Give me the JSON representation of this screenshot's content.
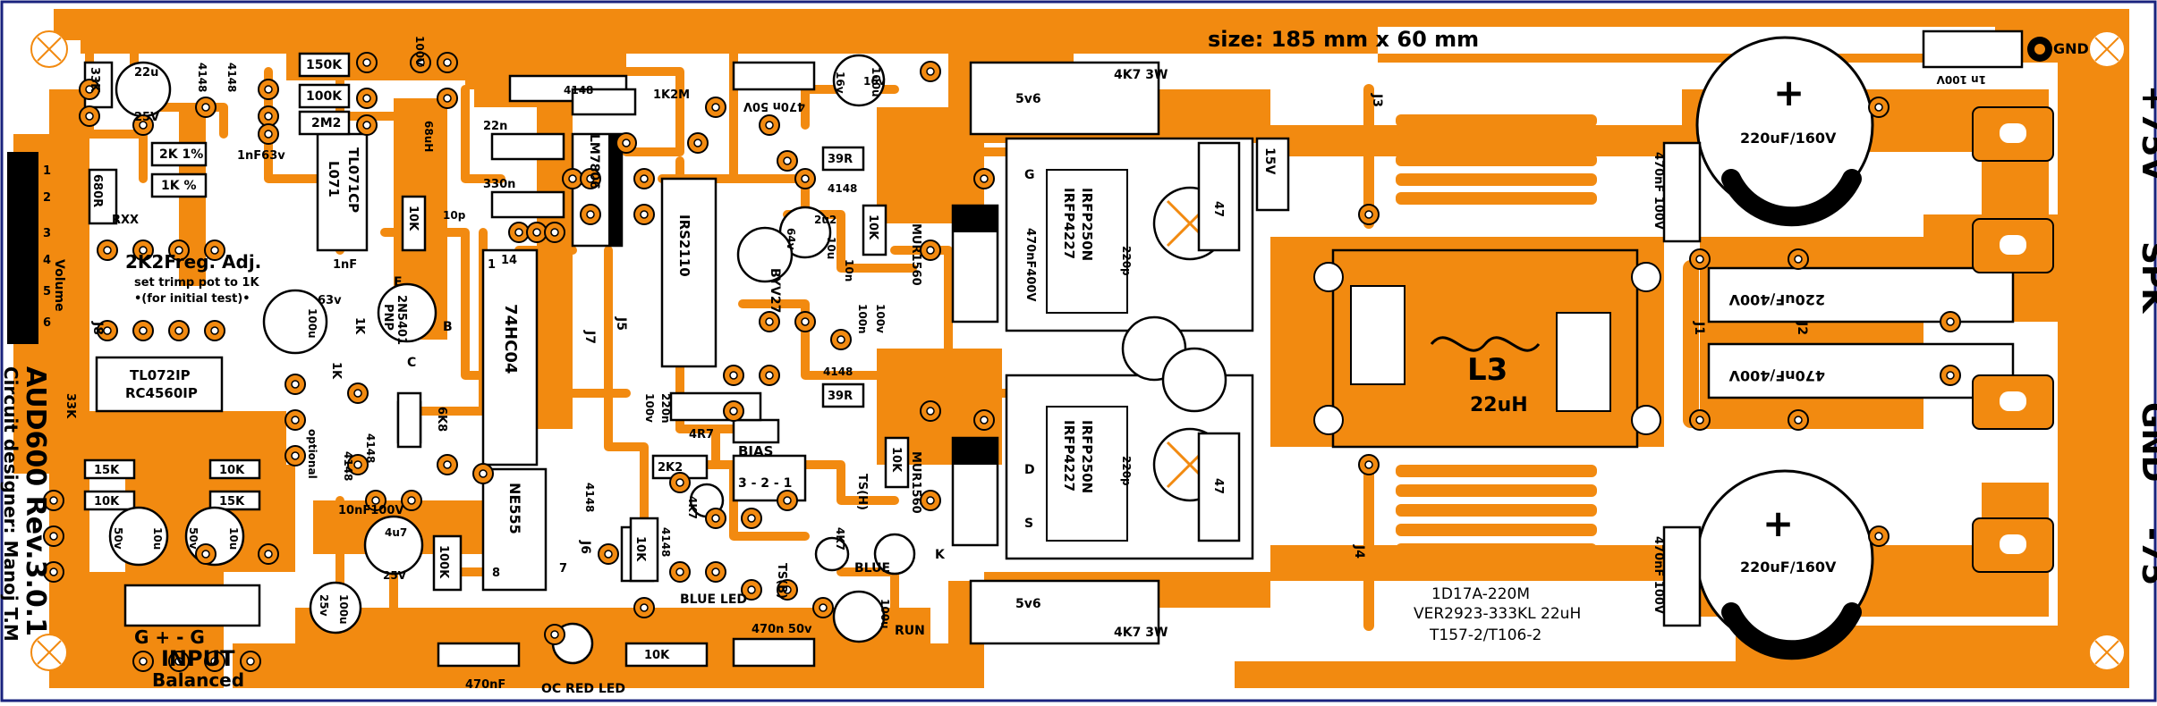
{
  "board": {
    "size_note": "size: 185 mm x 60 mm",
    "title_line1": "AUD600 Rev.3.0.1",
    "title_line2": "Circuit designer: Manoj T.M",
    "input_label": "INPUT",
    "input_sub": "Balanced",
    "input_pins": "G  +  -  G",
    "freq_adj": "2K2Freg. Adj.",
    "freq_note1": "set trimp pot to 1K",
    "freq_note2": "•(for initial test)•",
    "volume": "Volume",
    "inductor": "L3",
    "inductor_value": "22uH",
    "core_line1": "1D17A-220M",
    "core_line2": "VER2923-333KL 22uH",
    "core_line3": "T157-2/T106-2",
    "bias": "BIAS",
    "blue_led": "BLUE LED",
    "oc_led": "OC RED LED",
    "run": "RUN",
    "blue": "BLUE",
    "optional": "optional",
    "gnd_top": "GND"
  },
  "terminals": {
    "plus75": "+75V",
    "spk": "SPK",
    "gnd": "GND",
    "minus75": "-75"
  },
  "caps": {
    "bulk_top": "220uF/160V",
    "bulk_bottom": "220uF/160V",
    "film_top": "220uF/400V",
    "film_bottom": "470nF/400V",
    "dec_top": "470nF 100V",
    "dec_bottom": "470nF 100V",
    "c_22u": "22u",
    "c_25v": "25V",
    "c_100u_top": "100u",
    "c_16v": "16v",
    "c_470n50v_top": "470n 50V",
    "c_470n50v_bot": "470n 50v",
    "c_1n100v": "1n 100V",
    "c_100v": "100V",
    "c_22n": "22n",
    "c_33n": "330n",
    "c_1nf63": "1nF63v",
    "c_1nf": "1nF",
    "c_68u": "68uH",
    "c_10p": "10p",
    "c_100u_mid": "100u",
    "c_63v": "63v",
    "c_10u_a": "10u",
    "c_10u_b": "10u",
    "c_50v_a": "50v",
    "c_50v_b": "50v",
    "c_4u7": "4u7",
    "c_25v_b": "25V",
    "c_100u_b": "100u",
    "c_25v_c": "25v",
    "c_10nf": "10nF100V",
    "c_470nf": "470nF",
    "c_220n": "220n",
    "c_100v_b": "100v",
    "c_220p_a": "220p",
    "c_220p_b": "220p",
    "c_470n400": "470nF400V",
    "c_10n": "10n",
    "c_100n": "100n",
    "c_16v_b": "16v",
    "c_100u_c": "100u",
    "c_2u2": "2u2",
    "c_64v": "64v",
    "c_10u": "10u",
    "c_100v_c": "100v"
  },
  "resistors": {
    "r33k_a": "33K",
    "r33k_b": "33K",
    "r150k": "150K",
    "r100k": "100K",
    "r2m2": "2M2",
    "r2k": "2K 1%",
    "r1k": "1K %",
    "r680": "680R",
    "rxx": "RXX",
    "r10k_a": "10K",
    "r15k_a": "15K",
    "r10k_b": "10K",
    "r15k_b": "15K",
    "r10k_c": "10K",
    "r1k_a": "1K",
    "r1k_b": "1K",
    "r1k2": "1K2M",
    "r6k8": "6K8",
    "r100k_b": "100K",
    "r10k_d": "10K",
    "r10k_e": "10K",
    "r2k2": "2K2",
    "r4r7": "4R7",
    "r39_a": "39R",
    "r39_b": "39R",
    "r10k_f": "10K",
    "r10k_g": "10K",
    "r4k7_a": "4K7 3W",
    "r4k7_b": "4K7 3W",
    "r4k7_c": "4K7",
    "r4k7_d": "4K7",
    "r47_a": "47",
    "r47_b": "47",
    "r5v6_a": "5v6",
    "r5v6_b": "5v6"
  },
  "ics": {
    "u1": "TL072IP",
    "u1b": "RC4560IP",
    "u2": "TL071CP",
    "u2b": "L071",
    "u3": "74HC04",
    "u4": "IRS2110",
    "u5": "NE555",
    "u6": "LM7806",
    "q1": "IRFP250N",
    "q1b": "IRFP4227",
    "q2": "IRFP250N",
    "q2b": "IRFP4227",
    "q3": "2N5401",
    "bc": "PNP"
  },
  "diodes": {
    "d1": "4148",
    "d2": "4148",
    "d3": "4148",
    "d4": "4148",
    "d5": "4148",
    "d6": "4148",
    "d7": "4148",
    "d8": "4148",
    "d9": "4148",
    "d10": "4148",
    "mur_a": "MUR1560",
    "mur_b": "MUR1560",
    "byv": "BYV27",
    "z15": "15V",
    "ts": "TS(H)",
    "ts2": "TS(B)"
  },
  "jumpers": [
    "J1",
    "J2",
    "J3",
    "J4",
    "J5",
    "J6",
    "J7",
    "J8"
  ],
  "pins": {
    "p1": "1",
    "p2": "2",
    "p3": "3",
    "p4": "4",
    "p5": "5",
    "p6": "6",
    "b": "B",
    "c": "C",
    "e": "E",
    "k": "K",
    "g": "G",
    "s": "S",
    "d": "D",
    "n14": "14",
    "n1": "1",
    "n8": "8",
    "n7": "7",
    "bias_pins": "3 - 2 - 1"
  },
  "colors": {
    "copper": "#f28a10",
    "silk": "#000000",
    "board_bg": "#ffffff",
    "frame": "#1a237e"
  }
}
